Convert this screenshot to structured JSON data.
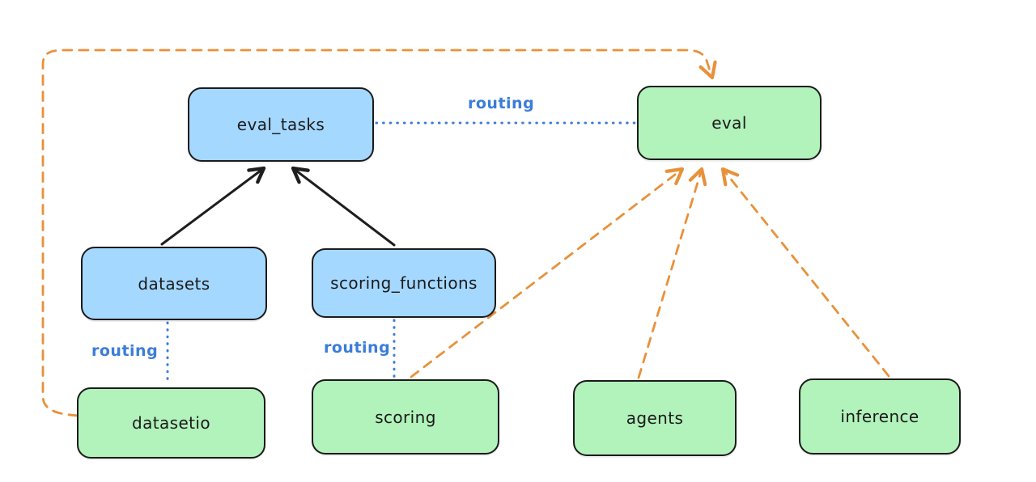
{
  "diagram": {
    "colors": {
      "node_blue_fill": "#a5d8ff",
      "node_green_fill": "#b2f2bb",
      "node_stroke": "#1b1b1b",
      "routing_blue": "#3b7dd8",
      "provider_orange": "#e8913a",
      "arrow_black": "#1e1e1e",
      "canvas_bg": "#ffffff"
    },
    "nodes": [
      {
        "id": "eval_tasks",
        "label": "eval_tasks",
        "color": "blue"
      },
      {
        "id": "eval",
        "label": "eval",
        "color": "green"
      },
      {
        "id": "datasets",
        "label": "datasets",
        "color": "blue"
      },
      {
        "id": "scoring_functions",
        "label": "scoring_functions",
        "color": "blue"
      },
      {
        "id": "datasetio",
        "label": "datasetio",
        "color": "green"
      },
      {
        "id": "scoring",
        "label": "scoring",
        "color": "green"
      },
      {
        "id": "agents",
        "label": "agents",
        "color": "green"
      },
      {
        "id": "inference",
        "label": "inference",
        "color": "green"
      }
    ],
    "edges": [
      {
        "from": "datasets",
        "to": "eval_tasks",
        "style": "solid-black-arrow"
      },
      {
        "from": "scoring_functions",
        "to": "eval_tasks",
        "style": "solid-black-arrow"
      },
      {
        "from": "eval_tasks",
        "to": "eval",
        "style": "dotted-blue",
        "label": "routing"
      },
      {
        "from": "datasets",
        "to": "datasetio",
        "style": "dotted-blue",
        "label": "routing"
      },
      {
        "from": "scoring_functions",
        "to": "scoring",
        "style": "dotted-blue",
        "label": "routing"
      },
      {
        "from": "scoring",
        "to": "eval",
        "style": "dashed-orange-arrow"
      },
      {
        "from": "agents",
        "to": "eval",
        "style": "dashed-orange-arrow"
      },
      {
        "from": "inference",
        "to": "eval",
        "style": "dashed-orange-arrow"
      },
      {
        "from": "datasetio",
        "to": "eval",
        "style": "dashed-orange-arrow"
      }
    ]
  }
}
